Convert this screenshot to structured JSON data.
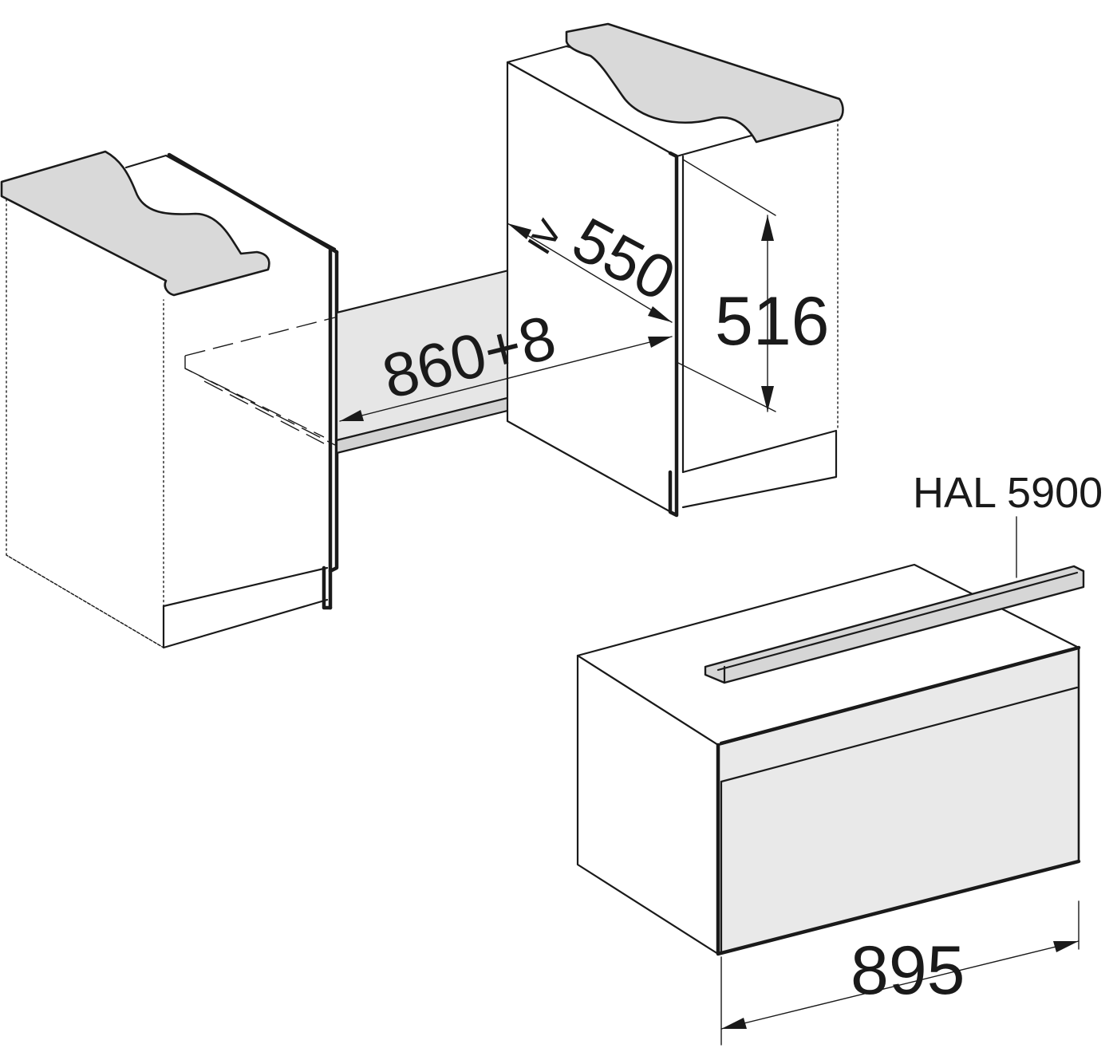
{
  "dimensions": {
    "depth_min": "550",
    "depth_prefix": "≥",
    "niche_height": "516",
    "niche_width": "860+8",
    "appliance_width": "895"
  },
  "accessory": {
    "label": "HAL 5900"
  }
}
